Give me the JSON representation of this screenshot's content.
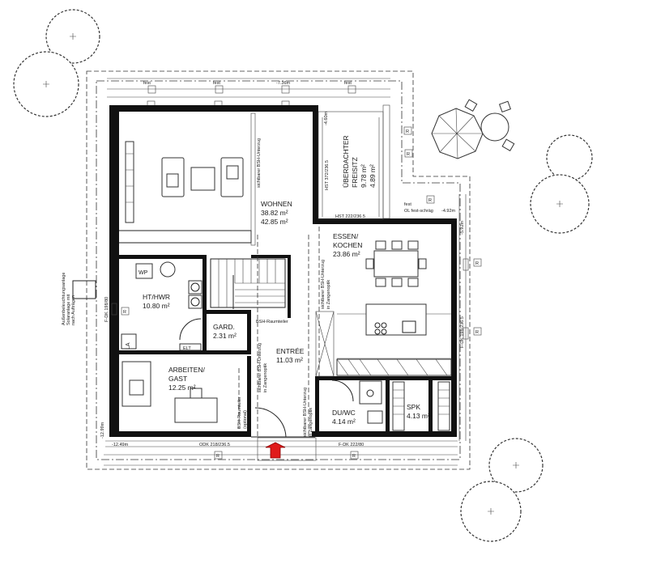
{
  "rooms": {
    "wohnen": {
      "name": "WOHNEN",
      "area1": "38.82 m²",
      "area2": "42.85 m²"
    },
    "essen": {
      "name1": "ESSEN/",
      "name2": "KOCHEN",
      "area": "23.86 m²"
    },
    "freisitz": {
      "name1": "ÜBERDACHTER",
      "name2": "FREISITZ",
      "area1": "9.78 m²",
      "area2": "4.89 m²"
    },
    "hthwr": {
      "name": "HT/HWR",
      "area": "10.80 m²"
    },
    "gard": {
      "name": "GARD.",
      "area": "2.31 m²"
    },
    "entree": {
      "name": "ENTRÉE",
      "area": "11.03 m²"
    },
    "arbeiten": {
      "name1": "ARBEITEN/",
      "name2": "GAST",
      "area": "12.25 m²"
    },
    "duwc": {
      "name": "DU/WC",
      "area": "4.14 m²"
    },
    "spk": {
      "name": "SPK",
      "area": "4.13 m²"
    }
  },
  "labels": {
    "fest": "fest",
    "wp": "WP",
    "la": "LA",
    "elt": "ELT",
    "r": "R",
    "raumteiler": "BSH-Raumteiler",
    "unterzug_wohnen": "sichtbarer BSH-Unterzug",
    "unterzug_essen_1": "sichtbarer BSH-Unterzug",
    "unterzug_essen_2": "in Zangenoptik",
    "unterzug_entree_1": "sichtbarer BSH-Unterzug",
    "unterzug_entree_2": "in Zangenoptik",
    "unterzug_du_1": "sichtbarer BSH-Unterzug",
    "unterzug_du_2": "in Zangenoptik",
    "raumteiler_optional_1": "BSH-Raumteiler",
    "raumteiler_optional_2": "(optional)",
    "hst_top": "HST 372/236.5",
    "hst_mid": "HST 222/236.5",
    "fest_ol": "fest",
    "fest_ol_2": "OL fest-schräg",
    "fdk_left": "F-DK 198/80",
    "fdk_right": "F-DK 198/236.5",
    "odk_bottom": "ODK 218/236.5",
    "fdk_bottom": "F-DK 222/80",
    "dim_top": "-4.60m",
    "dim_right_1": "-4.92m",
    "dim_right_2": "-5.92m",
    "dim_bottom_left": "-12.49m",
    "dim_left": "-12.99m",
    "dim_top_mid": "-7.36m",
    "note_left_1": "Außenbeleuchtungsanlage",
    "note_left_2": "Solaranlage mit",
    "note_left_3": "nach Aufträgen"
  }
}
